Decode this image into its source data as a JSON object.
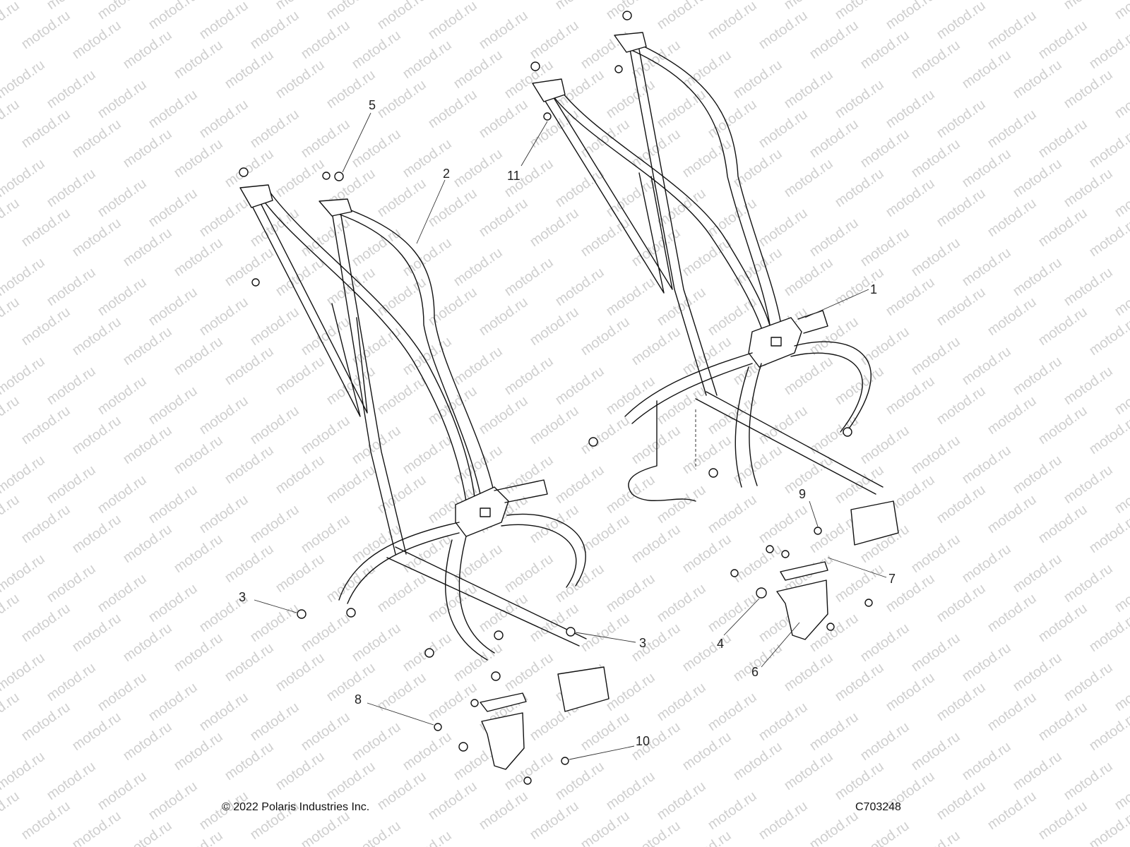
{
  "watermark": {
    "text": "motod.ru"
  },
  "callouts": [
    {
      "id": "callout-1",
      "label": "1"
    },
    {
      "id": "callout-2",
      "label": "2"
    },
    {
      "id": "callout-3a",
      "label": "3"
    },
    {
      "id": "callout-3b",
      "label": "3"
    },
    {
      "id": "callout-4",
      "label": "4"
    },
    {
      "id": "callout-5",
      "label": "5"
    },
    {
      "id": "callout-6",
      "label": "6"
    },
    {
      "id": "callout-7",
      "label": "7"
    },
    {
      "id": "callout-8",
      "label": "8"
    },
    {
      "id": "callout-9",
      "label": "9"
    },
    {
      "id": "callout-10",
      "label": "10"
    },
    {
      "id": "callout-11",
      "label": "11"
    }
  ],
  "footer": {
    "copyright": "© 2022 Polaris Industries Inc.",
    "drawing_number": "C703248"
  },
  "colors": {
    "line": "#111111",
    "watermark": "#cfcfcf",
    "background": "#ffffff"
  }
}
